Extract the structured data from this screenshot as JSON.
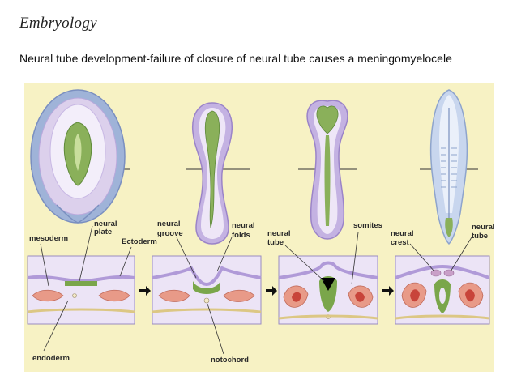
{
  "slide": {
    "title": "Embryology",
    "caption": "Neural tube development-failure of closure of neural tube causes a meningomyelocele"
  },
  "figure": {
    "background_color": "#f7f2c4",
    "colors": {
      "neural_plate": "#7aa64a",
      "ectoderm": "#c9b6e4",
      "mesoderm": "#e89a88",
      "endoderm": "#dcc784",
      "cross_section_bg": "#ece4f6"
    },
    "labels": {
      "mesoderm": "mesoderm",
      "neural_plate": [
        "neural",
        "plate"
      ],
      "ectoderm": "Ectoderm",
      "neural_groove": [
        "neural",
        "groove"
      ],
      "neural_folds": [
        "neural",
        "folds"
      ],
      "neural_tube_a": [
        "neural",
        "tube"
      ],
      "somites": "somites",
      "neural_crest": [
        "neural",
        "crest"
      ],
      "neural_tube_b": [
        "neural",
        "tube"
      ],
      "endoderm": "endoderm",
      "notochord": "notochord"
    }
  }
}
